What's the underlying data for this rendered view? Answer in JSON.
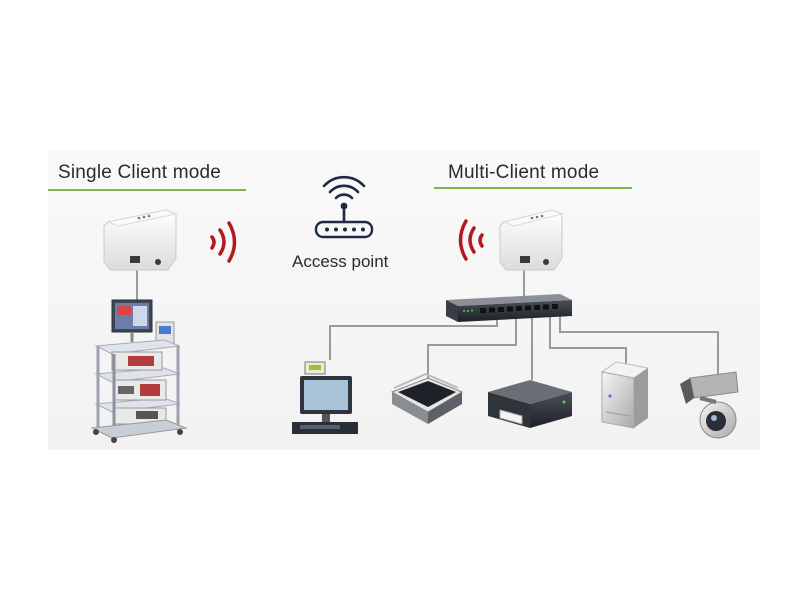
{
  "headings": {
    "single": "Single Client mode",
    "multi": "Multi-Client mode"
  },
  "access_point": {
    "label": "Access point",
    "icon": "wifi-router-icon"
  },
  "colors": {
    "accent_line": "#7ab648",
    "wifi_waves": "#b3191f",
    "cables": "#9a9a9a"
  },
  "devices": {
    "single_mode": [
      "wireless-bridge-icon",
      "medical-cart-icon"
    ],
    "multi_mode": [
      "wireless-bridge-icon",
      "network-switch-icon",
      "pos-terminal-icon",
      "scanner-icon",
      "printer-icon",
      "nas-drive-icon",
      "camera-icon"
    ]
  }
}
